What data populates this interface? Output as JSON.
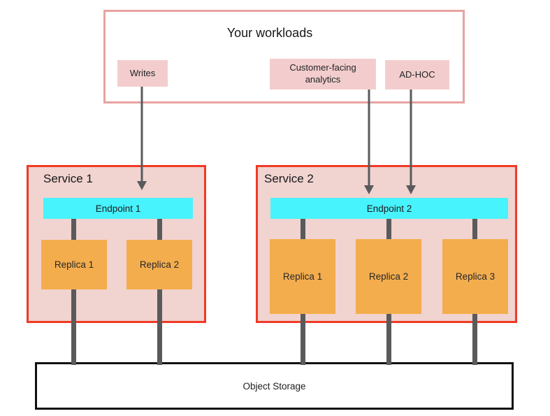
{
  "workloads": {
    "title": "Your workloads",
    "items": [
      {
        "label": "Writes"
      },
      {
        "label": "Customer-facing analytics"
      },
      {
        "label": "AD-HOC"
      }
    ]
  },
  "services": [
    {
      "name": "Service 1",
      "endpoint_label": "Endpoint 1",
      "replicas": [
        {
          "label": "Replica 1"
        },
        {
          "label": "Replica 2"
        }
      ]
    },
    {
      "name": "Service 2",
      "endpoint_label": "Endpoint 2",
      "replicas": [
        {
          "label": "Replica 1"
        },
        {
          "label": "Replica 2"
        },
        {
          "label": "Replica 3"
        }
      ]
    }
  ],
  "storage": {
    "label": "Object Storage"
  },
  "colors": {
    "workloads_border": "#e8a3a1",
    "workload_item_fill": "#f3cdcd",
    "service_border": "#f03a26",
    "service_fill": "#f1d3d0",
    "endpoint_fill": "#47f3fc",
    "replica_fill": "#f4ad4d",
    "connector_gray": "#595a5c",
    "storage_border": "#111111"
  }
}
